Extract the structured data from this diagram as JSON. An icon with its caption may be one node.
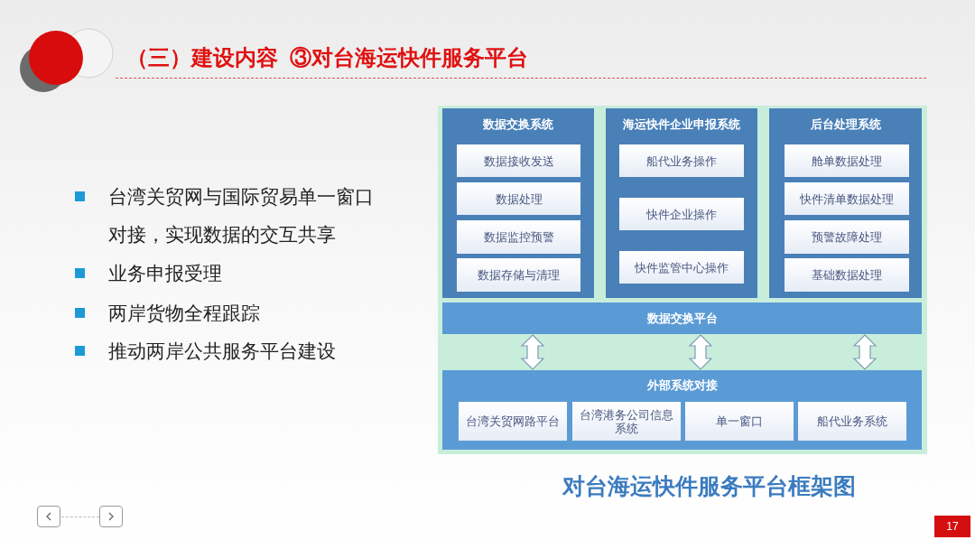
{
  "diagram": {
    "title": "（三）建设内容  ③对台海运快件服务平台",
    "caption": "对台海运快件服务平台框架图",
    "nodes": [
      {
        "text": [],
        "shape": "box"
      },
      {
        "text": [
          "数据交换系统"
        ],
        "in": 0
      },
      {
        "text": [
          "数据接收发送"
        ],
        "in": 1
      },
      {
        "text": [
          "数据处理"
        ],
        "in": 1
      },
      {
        "text": [
          "数据监控预警"
        ],
        "in": 1
      },
      {
        "text": [
          "数据存储与清理"
        ],
        "in": 1
      },
      {
        "text": [
          "海运快件企业申报系统"
        ],
        "in": 0
      },
      {
        "text": [
          "船代业务操作"
        ],
        "in": 6
      },
      {
        "text": [
          "快件企业操作"
        ],
        "in": 6
      },
      {
        "text": [
          "快件监管中心操作"
        ],
        "in": 6
      },
      {
        "text": [
          "后台处理系统"
        ],
        "in": 0
      },
      {
        "text": [
          "舱单数据处理"
        ],
        "in": 10
      },
      {
        "text": [
          "快件清单数据处理"
        ],
        "in": 10
      },
      {
        "text": [
          "预警故障处理"
        ],
        "in": 10
      },
      {
        "text": [
          "基础数据处理"
        ],
        "in": 10
      },
      {
        "text": [
          "数据交换平台"
        ],
        "in": 0
      },
      {
        "text": [
          "外部系统对接"
        ],
        "in": 0
      },
      {
        "text": [
          "台湾关贸网路平台"
        ],
        "in": 16
      },
      {
        "text": [
          "台湾港务公司信息系统"
        ],
        "in": 16
      },
      {
        "text": [
          "单一窗口"
        ],
        "in": 16
      },
      {
        "text": [
          "船代业务系统"
        ],
        "in": 16
      }
    ],
    "edges": [
      {
        "from": 15,
        "to": 16,
        "arrow": "both"
      },
      {
        "from": 15,
        "to": 16,
        "arrow": "both"
      },
      {
        "from": 15,
        "to": 16,
        "arrow": "both"
      }
    ],
    "labels": [
      "台湾关贸网与国际贸易单一窗口对接，实现数据的交互共享",
      "业务申报受理",
      "两岸货物全程跟踪",
      "推动两岸公共服务平台建设",
      "17"
    ]
  }
}
